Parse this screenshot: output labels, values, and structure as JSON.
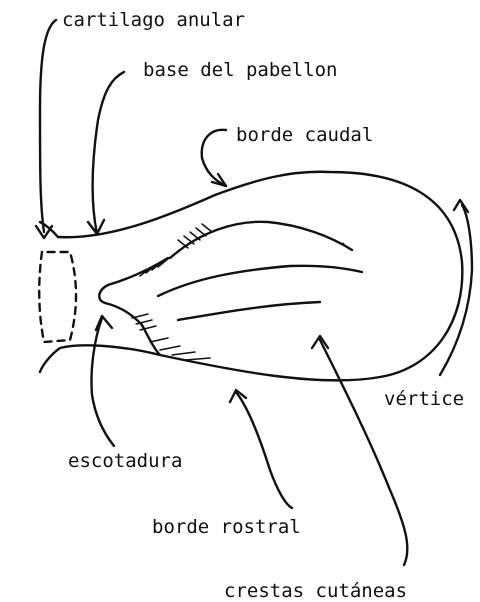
{
  "labels": {
    "cartilago_anular": "cartilago anular",
    "base_del_pabellon": "base del pabellon",
    "borde_caudal": "borde caudal",
    "vertice": "vértice",
    "escotadura": "escotadura",
    "borde_rostral": "borde rostral",
    "crestas_cutaneas": "crestas cutáneas"
  },
  "colors": {
    "ink": "#111111",
    "background": "#ffffff"
  }
}
